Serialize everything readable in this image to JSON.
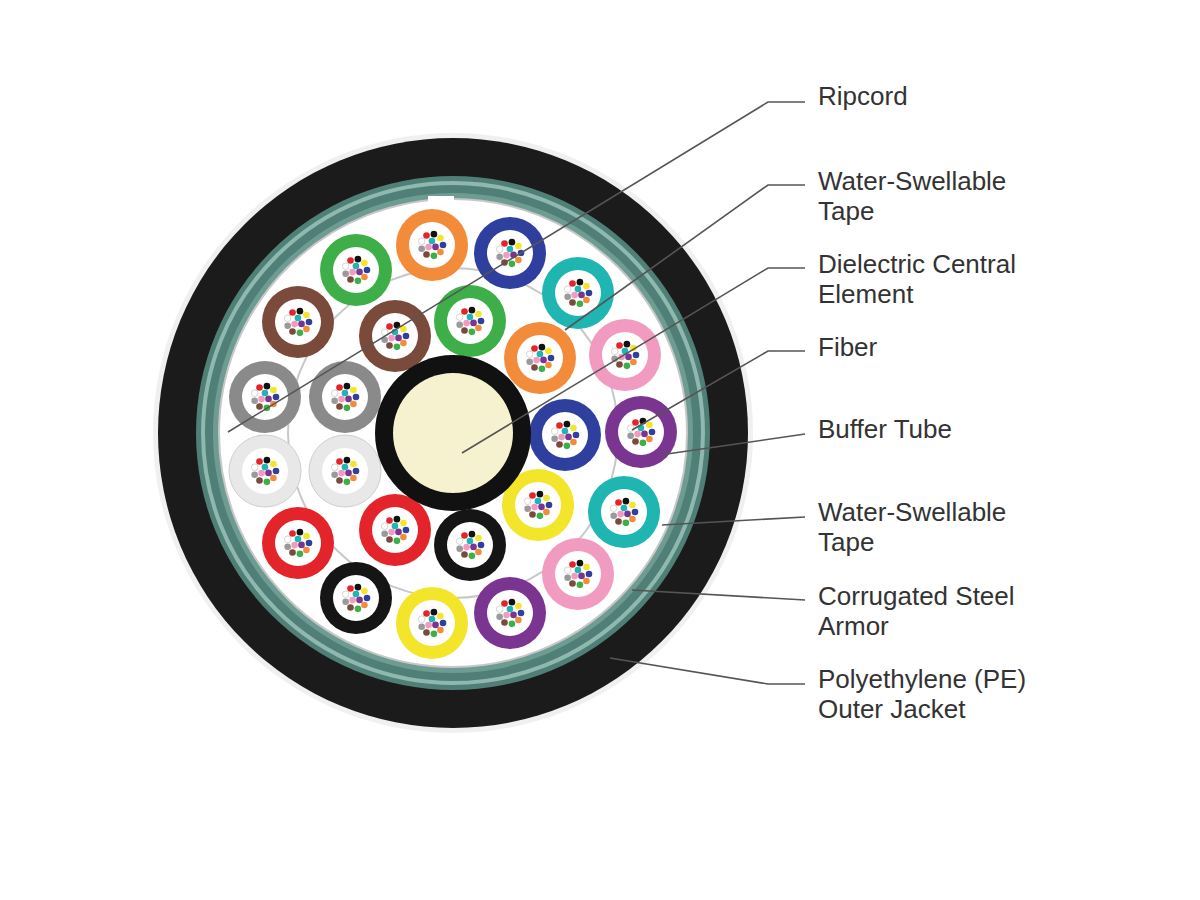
{
  "diagram": {
    "labels": [
      "Ripcord",
      "Water-Swellable Tape",
      "Dielectric Central Element",
      "Fiber",
      "Buffer Tube",
      "Water-Swellable Tape",
      "Corrugated Steel Armor",
      "Polyethylene (PE) Outer Jacket"
    ]
  }
}
